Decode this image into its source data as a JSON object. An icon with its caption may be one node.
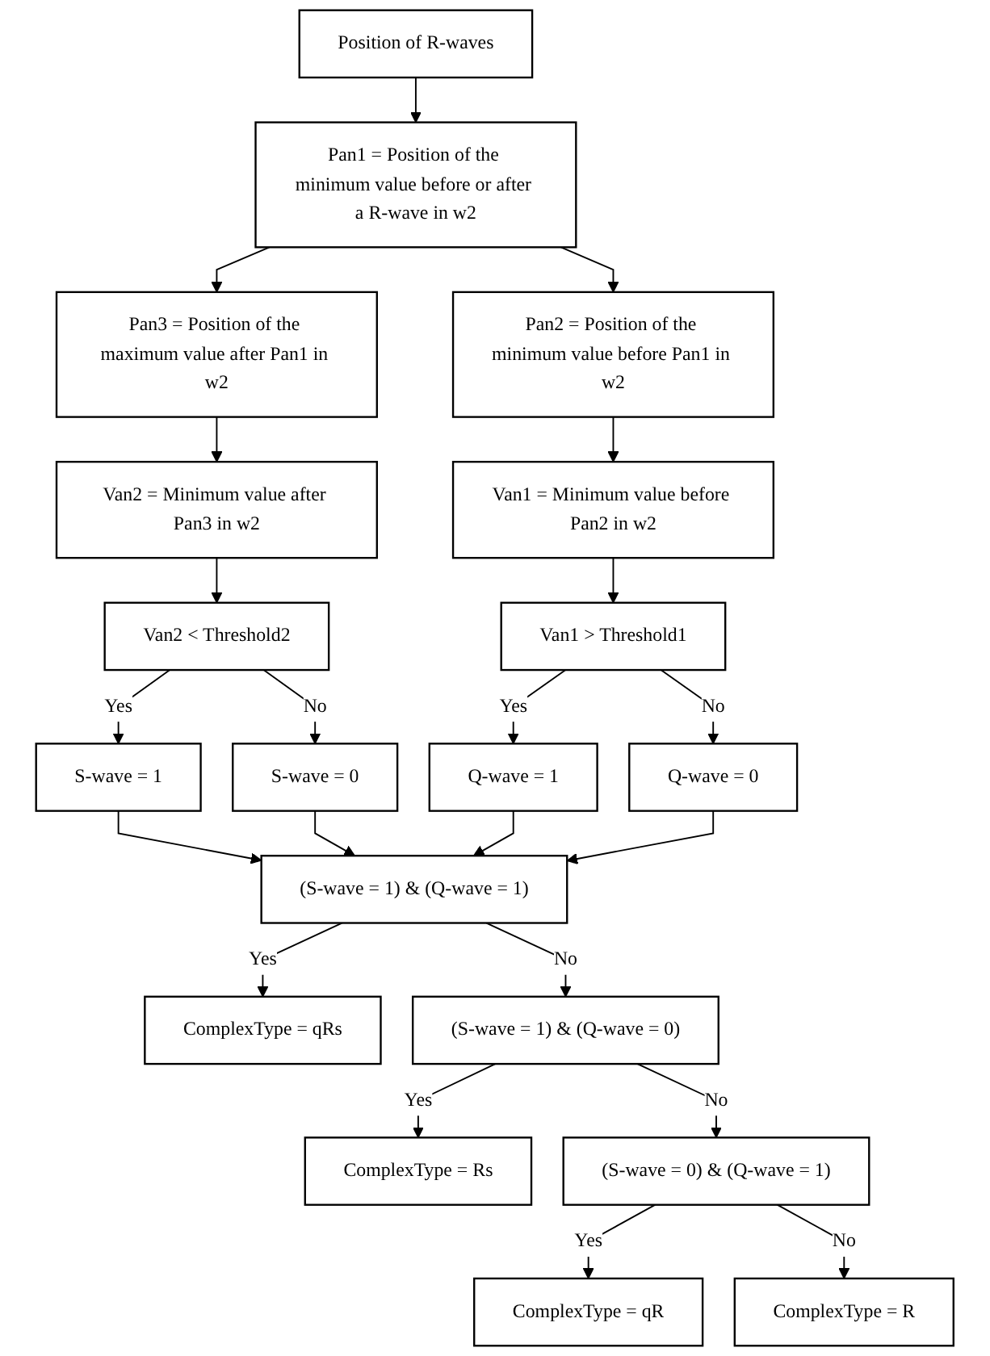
{
  "diagram": {
    "nodes": [
      {
        "text": [
          "Position of R-waves"
        ]
      },
      {
        "text": [
          "Pan3 = Position of the maximum value after Pan1 in w2"
        ]
      },
      {
        "text": [
          "Pan1 = Position of the minimum value before or after a R-wave in w2"
        ]
      },
      {
        "text": [
          "Van2 = Minimum value after Pan3 in w2"
        ]
      },
      {
        "text": [
          "Pan2 = Position of the minimum value before Pan1 in w2"
        ]
      },
      {
        "text": [
          "Van2 < Threshold2"
        ]
      },
      {
        "text": [
          "S-wave = 1"
        ]
      },
      {
        "text": [
          "S-wave = 0"
        ]
      },
      {
        "text": [
          "Van1 = Minimum value before Pan2 in w2"
        ]
      },
      {
        "text": [
          "Van1 > Threshold1"
        ]
      },
      {
        "text": [
          "Q-wave = 1"
        ]
      },
      {
        "text": [
          "Q-wave = 0"
        ]
      },
      {
        "text": [
          "(S-wave = 1) & (Q-wave = 1)"
        ]
      },
      {
        "text": [
          "ComplexType = qRs"
        ]
      },
      {
        "text": [
          "(S-wave = 1) & (Q-wave = 0)"
        ]
      },
      {
        "text": [
          "ComplexType = Rs"
        ]
      },
      {
        "text": [
          "(S-wave = 0) & (Q-wave = 1)"
        ]
      },
      {
        "text": [
          "ComplexType = qR"
        ]
      },
      {
        "text": [
          "ComplexType = R"
        ]
      }
    ],
    "edges": [
      {
        "from": 0,
        "to": 2,
        "arrow": "to"
      },
      {
        "from": 2,
        "to": 1,
        "arrow": "to"
      },
      {
        "from": 1,
        "to": 3,
        "arrow": "to"
      },
      {
        "from": 2,
        "to": 4,
        "arrow": "to"
      },
      {
        "from": 3,
        "to": 5,
        "arrow": "to"
      },
      {
        "from": 5,
        "to": 6,
        "arrow": "to",
        "label": "Yes"
      },
      {
        "from": 5,
        "to": 7,
        "arrow": "to",
        "label": "No"
      },
      {
        "from": 4,
        "to": 8,
        "arrow": "to"
      },
      {
        "from": 8,
        "to": 9,
        "arrow": "to"
      },
      {
        "from": 9,
        "to": 10,
        "arrow": "to",
        "label": "Yes"
      },
      {
        "from": 9,
        "to": 11,
        "arrow": "to",
        "label": "No"
      },
      {
        "from": 6,
        "to": 12,
        "arrow": "to"
      },
      {
        "from": 7,
        "to": 12,
        "arrow": "to"
      },
      {
        "from": 10,
        "to": 12,
        "arrow": "to"
      },
      {
        "from": 11,
        "to": 12,
        "arrow": "to"
      },
      {
        "from": 12,
        "to": 13,
        "arrow": "to",
        "label": "Yes"
      },
      {
        "from": 12,
        "to": 14,
        "arrow": "to",
        "label": "No"
      },
      {
        "from": 14,
        "to": 15,
        "arrow": "to",
        "label": "Yes"
      },
      {
        "from": 14,
        "to": 16,
        "arrow": "to",
        "label": "No"
      },
      {
        "from": 16,
        "to": 17,
        "arrow": "to",
        "label": "Yes"
      },
      {
        "from": 16,
        "to": 18,
        "arrow": "to",
        "label": "No"
      }
    ]
  }
}
